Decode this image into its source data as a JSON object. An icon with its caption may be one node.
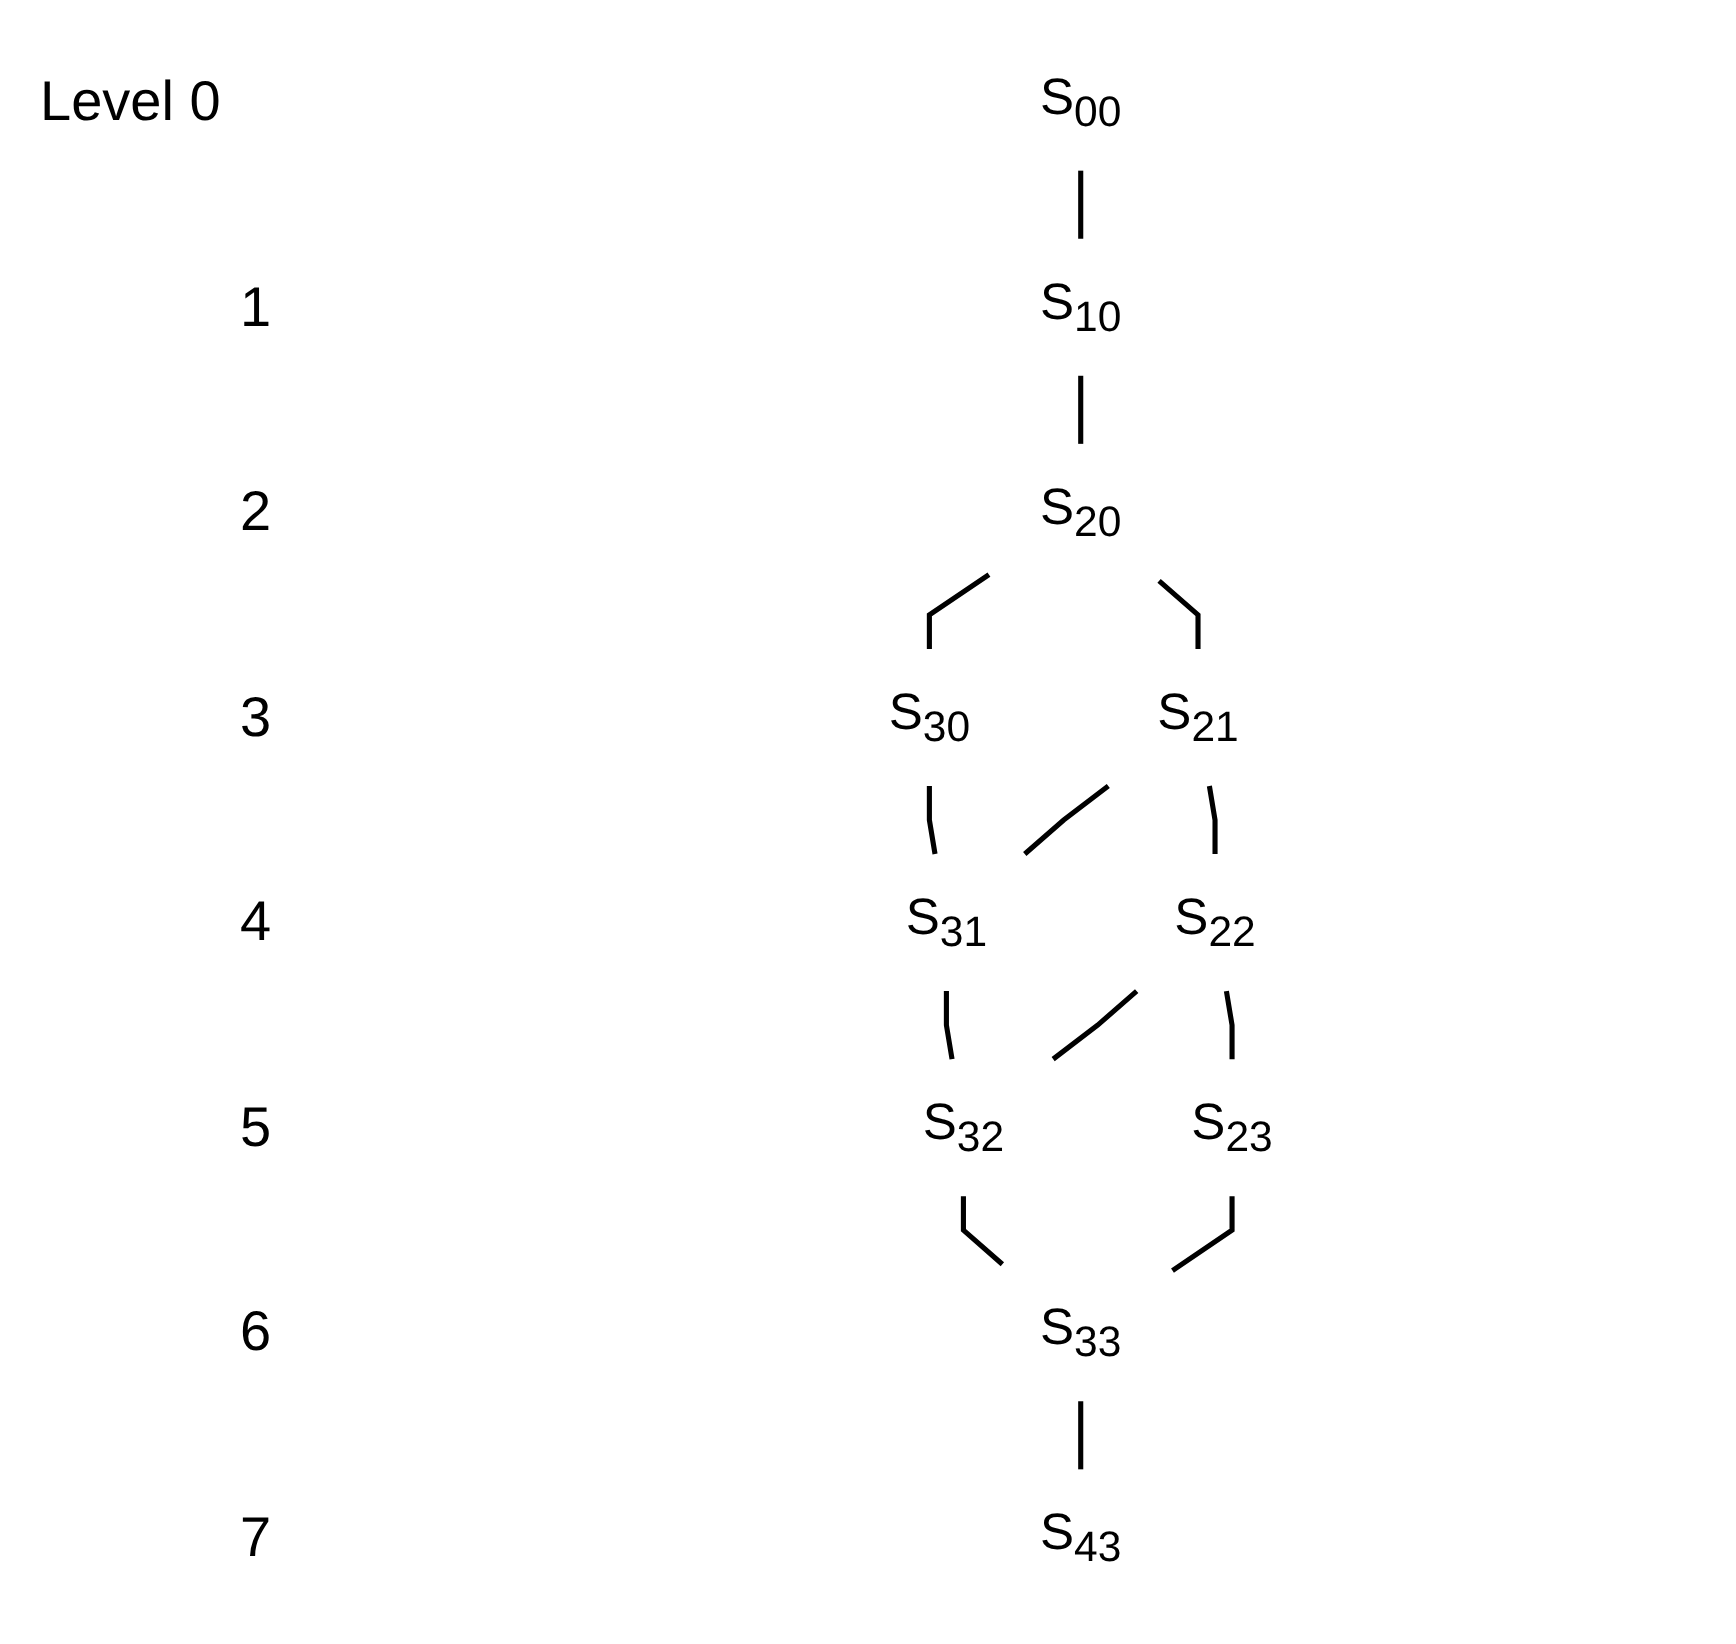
{
  "diagram": {
    "nodes": [
      {
        "text": [
          "S$_{00}$"
        ]
      },
      {
        "text": [
          "S$_{10}$"
        ]
      },
      {
        "text": [
          "S$_{20}$"
        ]
      },
      {
        "text": [
          "S$_{30}$"
        ]
      },
      {
        "text": [
          "S$_{21}$"
        ]
      },
      {
        "text": [
          "S$_{31}$"
        ]
      },
      {
        "text": [
          "S$_{22}$"
        ]
      },
      {
        "text": [
          "S$_{32}$"
        ]
      },
      {
        "text": [
          "S$_{23}$"
        ]
      },
      {
        "text": [
          "S$_{33}$"
        ]
      },
      {
        "text": [
          "S$_{43}$"
        ]
      }
    ],
    "edges": [
      {
        "from": 0,
        "to": 1,
        "arrow": "none"
      },
      {
        "from": 1,
        "to": 2,
        "arrow": "none"
      },
      {
        "from": 2,
        "to": 3,
        "arrow": "none"
      },
      {
        "from": 2,
        "to": 4,
        "arrow": "none"
      },
      {
        "from": 3,
        "to": 5,
        "arrow": "none"
      },
      {
        "from": 4,
        "to": 5,
        "arrow": "none"
      },
      {
        "from": 4,
        "to": 6,
        "arrow": "none"
      },
      {
        "from": 5,
        "to": 7,
        "arrow": "none"
      },
      {
        "from": 6,
        "to": 7,
        "arrow": "none"
      },
      {
        "from": 6,
        "to": 8,
        "arrow": "none"
      },
      {
        "from": 7,
        "to": 9,
        "arrow": "none"
      },
      {
        "from": 8,
        "to": 9,
        "arrow": "none"
      },
      {
        "from": 9,
        "to": 10,
        "arrow": "none"
      }
    ],
    "labels": [
      "Level 0",
      "1",
      "2",
      "3",
      "4",
      "5",
      "6",
      "7"
    ]
  }
}
